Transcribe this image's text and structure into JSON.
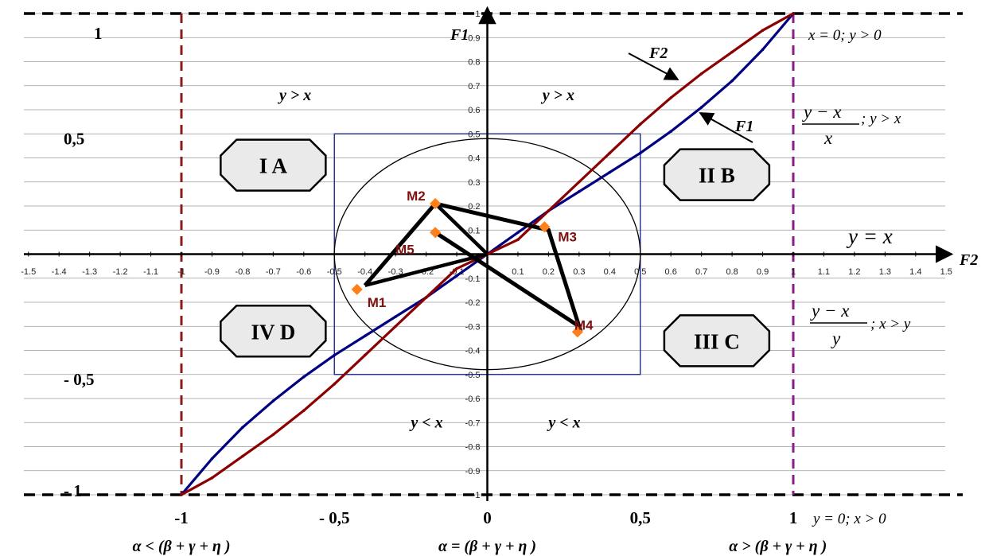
{
  "chart_data": {
    "type": "line",
    "xlabel": "F2",
    "ylabel": "F1",
    "xlim": [
      -1.5,
      1.5
    ],
    "ylim": [
      -1,
      1
    ],
    "x_ticks": [
      "-1.5",
      "-1.4",
      "-1.3",
      "-1.2",
      "-1.1",
      "-1",
      "-0.9",
      "-0.8",
      "-0.7",
      "-0.6",
      "-0.5",
      "-0.4",
      "-0.3",
      "-0.2",
      "-0.1",
      "0",
      "0.1",
      "0.2",
      "0.3",
      "0.4",
      "0.5",
      "0.6",
      "0.7",
      "0.8",
      "0.9",
      "1",
      "1.1",
      "1.2",
      "1.3",
      "1.4",
      "1.5"
    ],
    "y_ticks": [
      "-1",
      "-0.9",
      "-0.8",
      "-0.7",
      "-0.6",
      "-0.5",
      "-0.4",
      "-0.3",
      "-0.2",
      "-0.1",
      "0.1",
      "0.2",
      "0.3",
      "0.4",
      "0.5",
      "0.6",
      "0.7",
      "0.8",
      "0.9",
      "1"
    ],
    "grid": "horizontal",
    "series": [
      {
        "name": "F1",
        "color": "#000080",
        "x": [
          -1,
          -0.9,
          -0.8,
          -0.7,
          -0.6,
          -0.5,
          -0.4,
          -0.3,
          -0.2,
          -0.1,
          0,
          0.1,
          0.2,
          0.3,
          0.4,
          0.5,
          0.6,
          0.7,
          0.8,
          0.9,
          1
        ],
        "y": [
          -1,
          -0.85,
          -0.72,
          -0.61,
          -0.51,
          -0.42,
          -0.34,
          -0.26,
          -0.18,
          -0.09,
          0,
          0.09,
          0.18,
          0.26,
          0.34,
          0.42,
          0.51,
          0.61,
          0.72,
          0.85,
          1
        ]
      },
      {
        "name": "F2",
        "color": "#8b0000",
        "x": [
          -1,
          -0.9,
          -0.8,
          -0.7,
          -0.6,
          -0.5,
          -0.4,
          -0.3,
          -0.2,
          -0.1,
          0,
          0.1,
          0.2,
          0.3,
          0.4,
          0.5,
          0.6,
          0.7,
          0.8,
          0.9,
          1
        ],
        "y": [
          -1,
          -0.93,
          -0.84,
          -0.75,
          -0.65,
          -0.54,
          -0.42,
          -0.3,
          -0.18,
          -0.06,
          0,
          0.06,
          0.18,
          0.3,
          0.42,
          0.54,
          0.65,
          0.75,
          0.84,
          0.93,
          1
        ]
      }
    ],
    "path_points": [
      {
        "name": "M1",
        "x": -0.4,
        "y": -0.13
      },
      {
        "name": "M2",
        "x": -0.17,
        "y": 0.21
      },
      {
        "name": "M3",
        "x": 0.2,
        "y": 0.1
      },
      {
        "name": "M4",
        "x": 0.3,
        "y": -0.3
      },
      {
        "name": "M5",
        "x": -0.17,
        "y": 0.09
      }
    ],
    "path_order": [
      0,
      1,
      2,
      3,
      4
    ],
    "path_links_origin": [
      0,
      1
    ],
    "square": {
      "x": [
        -0.5,
        0.5
      ],
      "y": [
        -0.5,
        0.5
      ]
    },
    "ellipse": {
      "cx": 0,
      "cy": 0,
      "rx": 0.5,
      "ry": 0.48
    },
    "dashed_lines": [
      {
        "orientation": "horizontal",
        "value": 1,
        "color": "#000000"
      },
      {
        "orientation": "horizontal",
        "value": -1,
        "color": "#000000"
      },
      {
        "orientation": "vertical",
        "value": -1,
        "color": "#8b1a1a"
      },
      {
        "orientation": "vertical",
        "value": 1,
        "color": "#8b1a8b"
      }
    ],
    "regions": [
      {
        "label": "I A",
        "x": -0.7,
        "y": 0.37
      },
      {
        "label": "II B",
        "x": 0.75,
        "y": 0.33
      },
      {
        "label": "IV D",
        "x": -0.7,
        "y": -0.32
      },
      {
        "label": "III C",
        "x": 0.75,
        "y": -0.36
      }
    ],
    "condition_labels": [
      {
        "text": "y  > x",
        "x": -0.68,
        "y": 0.64
      },
      {
        "text": "y  > x",
        "x": 0.18,
        "y": 0.64
      },
      {
        "text": "y  <  x",
        "x": -0.25,
        "y": -0.72
      },
      {
        "text": "y  <  x",
        "x": 0.2,
        "y": -0.72
      }
    ],
    "left_labels": [
      {
        "text": "1",
        "y": 1
      },
      {
        "text": "0,5",
        "y": 0.5
      },
      {
        "text": "- 0,5",
        "y": -0.5
      },
      {
        "text": "- 1",
        "y": -1
      }
    ],
    "bottom_labels": [
      {
        "text": "-1",
        "x": -1
      },
      {
        "text": "- 0,5",
        "x": -0.5
      },
      {
        "text": "0",
        "x": 0
      },
      {
        "text": "0,5",
        "x": 0.5
      },
      {
        "text": "1",
        "x": 1
      }
    ],
    "bottom_conditions": [
      {
        "text": "α < (β  + γ  +  η )",
        "x": -1
      },
      {
        "text": "α  =  (β  + γ  +  η )",
        "x": 0
      },
      {
        "text": "α > (β  + γ  +  η )",
        "x": 0.95
      }
    ],
    "curve_labels": [
      {
        "text": "F2",
        "series": "F2"
      },
      {
        "text": "F1",
        "series": "F1"
      }
    ],
    "right_notes": {
      "top": "x = 0;  y  > 0",
      "frac1_num": "y − x",
      "frac1_den": "x",
      "frac1_cond": ";     y > x",
      "yx": "y = x",
      "frac2_num": "y − x",
      "frac2_den": "y",
      "frac2_cond": ";     x > y",
      "bottom": "y = 0;  x  > 0"
    }
  }
}
